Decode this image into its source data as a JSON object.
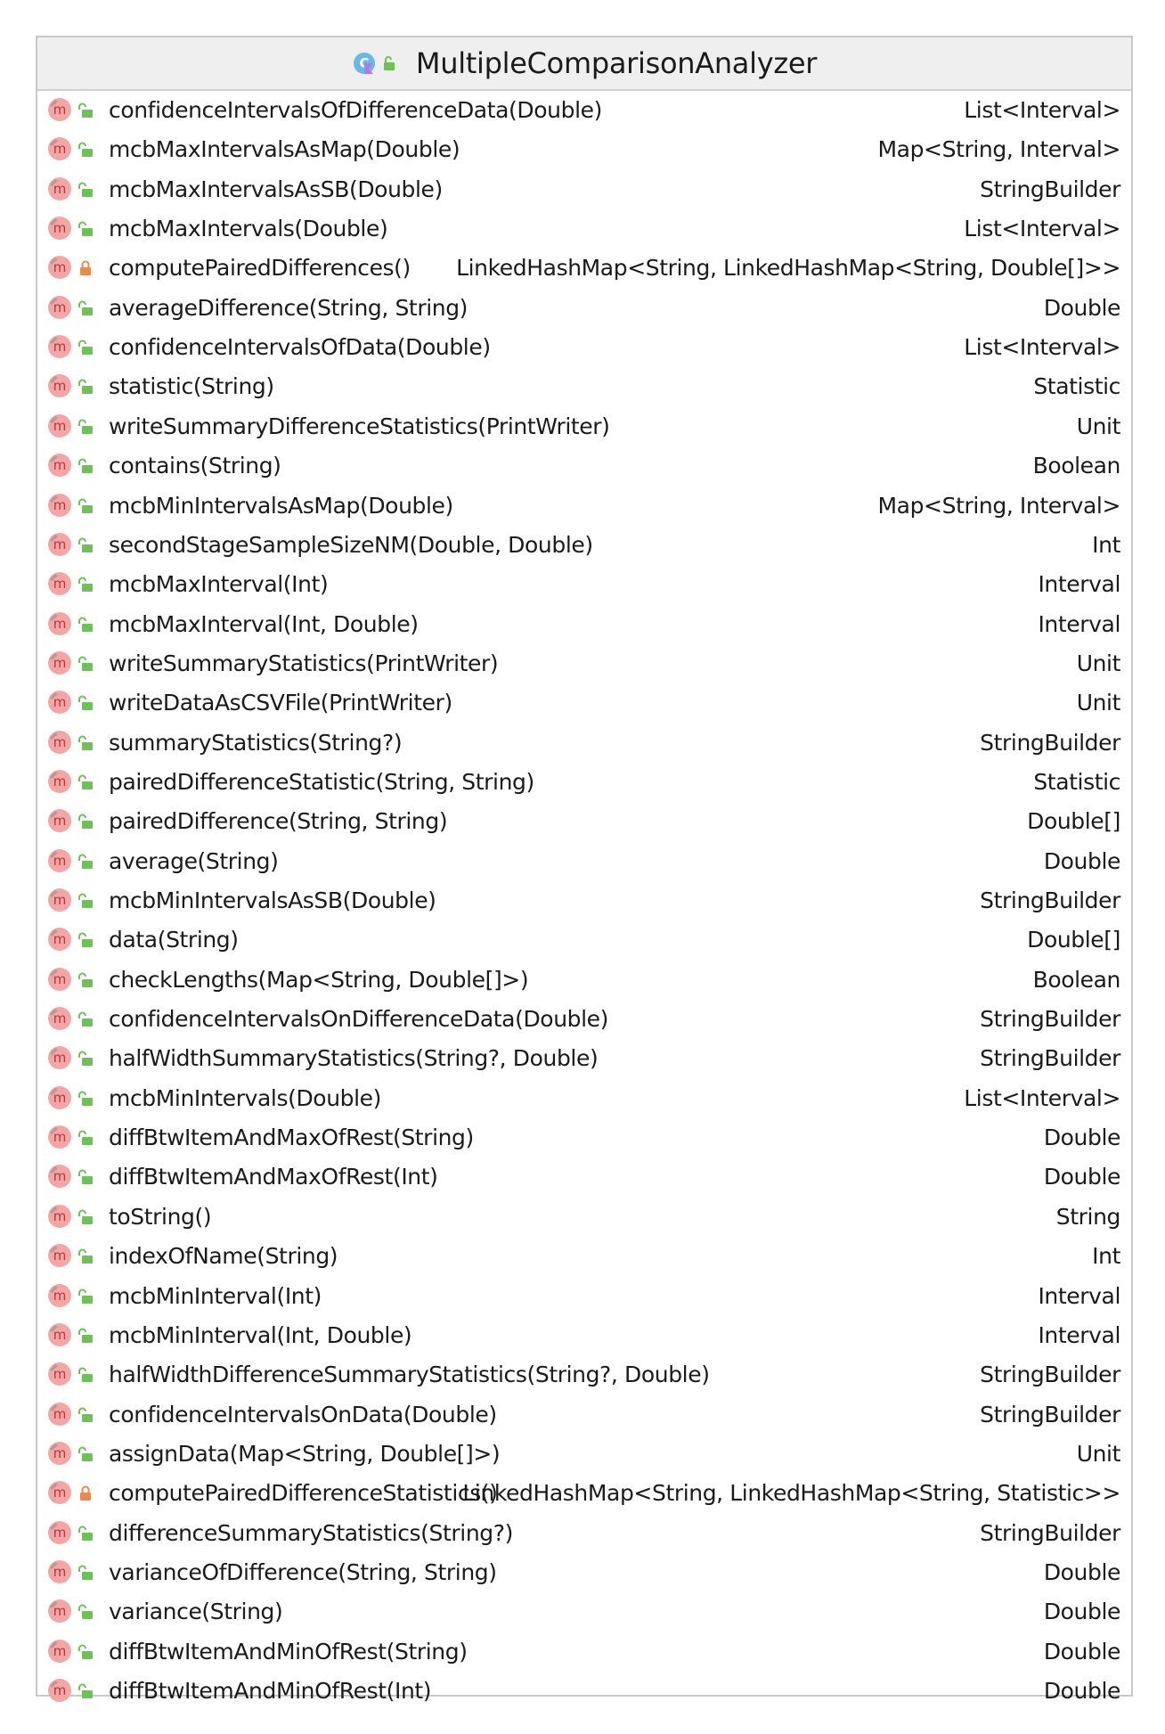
{
  "class_name": "MultipleComparisonAnalyzer",
  "colors": {
    "method_icon": "#f4a6a6",
    "method_letter": "#b03a3a",
    "public": "#6fbf5a",
    "private": "#e8894f"
  },
  "icons": {
    "class": "kotlin-class-icon",
    "method": "method-icon",
    "public": "unlocked-icon",
    "private": "locked-icon"
  },
  "methods": [
    {
      "sig": "confidenceIntervalsOfDifferenceData(Double)",
      "type": "List<Interval>",
      "visibility": "public"
    },
    {
      "sig": "mcbMaxIntervalsAsMap(Double)",
      "type": "Map<String, Interval>",
      "visibility": "public"
    },
    {
      "sig": "mcbMaxIntervalsAsSB(Double)",
      "type": "StringBuilder",
      "visibility": "public"
    },
    {
      "sig": "mcbMaxIntervals(Double)",
      "type": "List<Interval>",
      "visibility": "public"
    },
    {
      "sig": "computePairedDifferences()",
      "type": "LinkedHashMap<String, LinkedHashMap<String, Double[]>>",
      "visibility": "private"
    },
    {
      "sig": "averageDifference(String, String)",
      "type": "Double",
      "visibility": "public"
    },
    {
      "sig": "confidenceIntervalsOfData(Double)",
      "type": "List<Interval>",
      "visibility": "public"
    },
    {
      "sig": "statistic(String)",
      "type": "Statistic",
      "visibility": "public"
    },
    {
      "sig": "writeSummaryDifferenceStatistics(PrintWriter)",
      "type": "Unit",
      "visibility": "public"
    },
    {
      "sig": "contains(String)",
      "type": "Boolean",
      "visibility": "public"
    },
    {
      "sig": "mcbMinIntervalsAsMap(Double)",
      "type": "Map<String, Interval>",
      "visibility": "public"
    },
    {
      "sig": "secondStageSampleSizeNM(Double, Double)",
      "type": "Int",
      "visibility": "public"
    },
    {
      "sig": "mcbMaxInterval(Int)",
      "type": "Interval",
      "visibility": "public"
    },
    {
      "sig": "mcbMaxInterval(Int, Double)",
      "type": "Interval",
      "visibility": "public"
    },
    {
      "sig": "writeSummaryStatistics(PrintWriter)",
      "type": "Unit",
      "visibility": "public"
    },
    {
      "sig": "writeDataAsCSVFile(PrintWriter)",
      "type": "Unit",
      "visibility": "public"
    },
    {
      "sig": "summaryStatistics(String?)",
      "type": "StringBuilder",
      "visibility": "public"
    },
    {
      "sig": "pairedDifferenceStatistic(String, String)",
      "type": "Statistic",
      "visibility": "public"
    },
    {
      "sig": "pairedDifference(String, String)",
      "type": "Double[]",
      "visibility": "public"
    },
    {
      "sig": "average(String)",
      "type": "Double",
      "visibility": "public"
    },
    {
      "sig": "mcbMinIntervalsAsSB(Double)",
      "type": "StringBuilder",
      "visibility": "public"
    },
    {
      "sig": "data(String)",
      "type": "Double[]",
      "visibility": "public"
    },
    {
      "sig": "checkLengths(Map<String, Double[]>)",
      "type": "Boolean",
      "visibility": "public"
    },
    {
      "sig": "confidenceIntervalsOnDifferenceData(Double)",
      "type": "StringBuilder",
      "visibility": "public"
    },
    {
      "sig": "halfWidthSummaryStatistics(String?, Double)",
      "type": "StringBuilder",
      "visibility": "public"
    },
    {
      "sig": "mcbMinIntervals(Double)",
      "type": "List<Interval>",
      "visibility": "public"
    },
    {
      "sig": "diffBtwItemAndMaxOfRest(String)",
      "type": "Double",
      "visibility": "public"
    },
    {
      "sig": "diffBtwItemAndMaxOfRest(Int)",
      "type": "Double",
      "visibility": "public"
    },
    {
      "sig": "toString()",
      "type": "String",
      "visibility": "public"
    },
    {
      "sig": "indexOfName(String)",
      "type": "Int",
      "visibility": "public"
    },
    {
      "sig": "mcbMinInterval(Int)",
      "type": "Interval",
      "visibility": "public"
    },
    {
      "sig": "mcbMinInterval(Int, Double)",
      "type": "Interval",
      "visibility": "public"
    },
    {
      "sig": "halfWidthDifferenceSummaryStatistics(String?, Double)",
      "type": "StringBuilder",
      "visibility": "public"
    },
    {
      "sig": "confidenceIntervalsOnData(Double)",
      "type": "StringBuilder",
      "visibility": "public"
    },
    {
      "sig": "assignData(Map<String, Double[]>)",
      "type": "Unit",
      "visibility": "public"
    },
    {
      "sig": "computePairedDifferenceStatistics()",
      "type": "LinkedHashMap<String, LinkedHashMap<String, Statistic>>",
      "visibility": "private"
    },
    {
      "sig": "differenceSummaryStatistics(String?)",
      "type": "StringBuilder",
      "visibility": "public"
    },
    {
      "sig": "varianceOfDifference(String, String)",
      "type": "Double",
      "visibility": "public"
    },
    {
      "sig": "variance(String)",
      "type": "Double",
      "visibility": "public"
    },
    {
      "sig": "diffBtwItemAndMinOfRest(String)",
      "type": "Double",
      "visibility": "public"
    },
    {
      "sig": "diffBtwItemAndMinOfRest(Int)",
      "type": "Double",
      "visibility": "public"
    }
  ]
}
